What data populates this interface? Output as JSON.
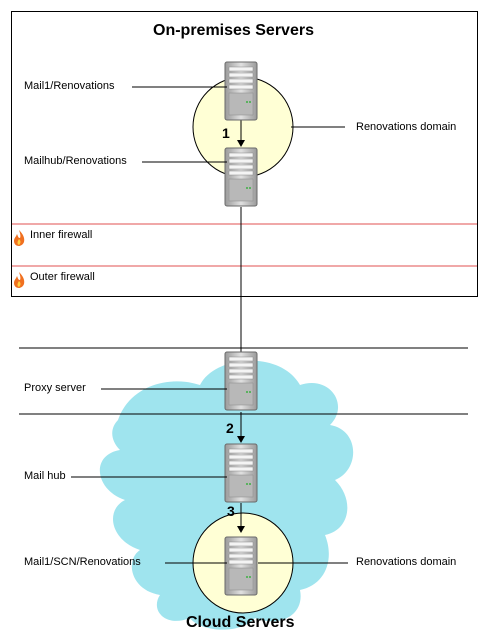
{
  "titles": {
    "on_premises": "On-premises Servers",
    "cloud": "Cloud Servers"
  },
  "labels": {
    "mail1_renovations": "Mail1/Renovations",
    "mailhub_renovations": "Mailhub/Renovations",
    "renovations_domain_top": "Renovations domain",
    "inner_firewall": "Inner firewall",
    "outer_firewall": "Outer firewall",
    "proxy_server": "Proxy server",
    "mail_hub": "Mail hub",
    "mail1_scn_renovations": "Mail1/SCN/Renovations",
    "renovations_domain_bottom": "Renovations domain"
  },
  "steps": [
    "1",
    "2",
    "3"
  ],
  "colors": {
    "domain_fill": "#ffffd5",
    "cloud_fill": "#9fe4ee",
    "firewall_line": "#e05050",
    "flame": "#f07020",
    "server_body": "#c8c8c8"
  },
  "icons": [
    "server-icon",
    "flame-icon",
    "cloud-shape"
  ]
}
